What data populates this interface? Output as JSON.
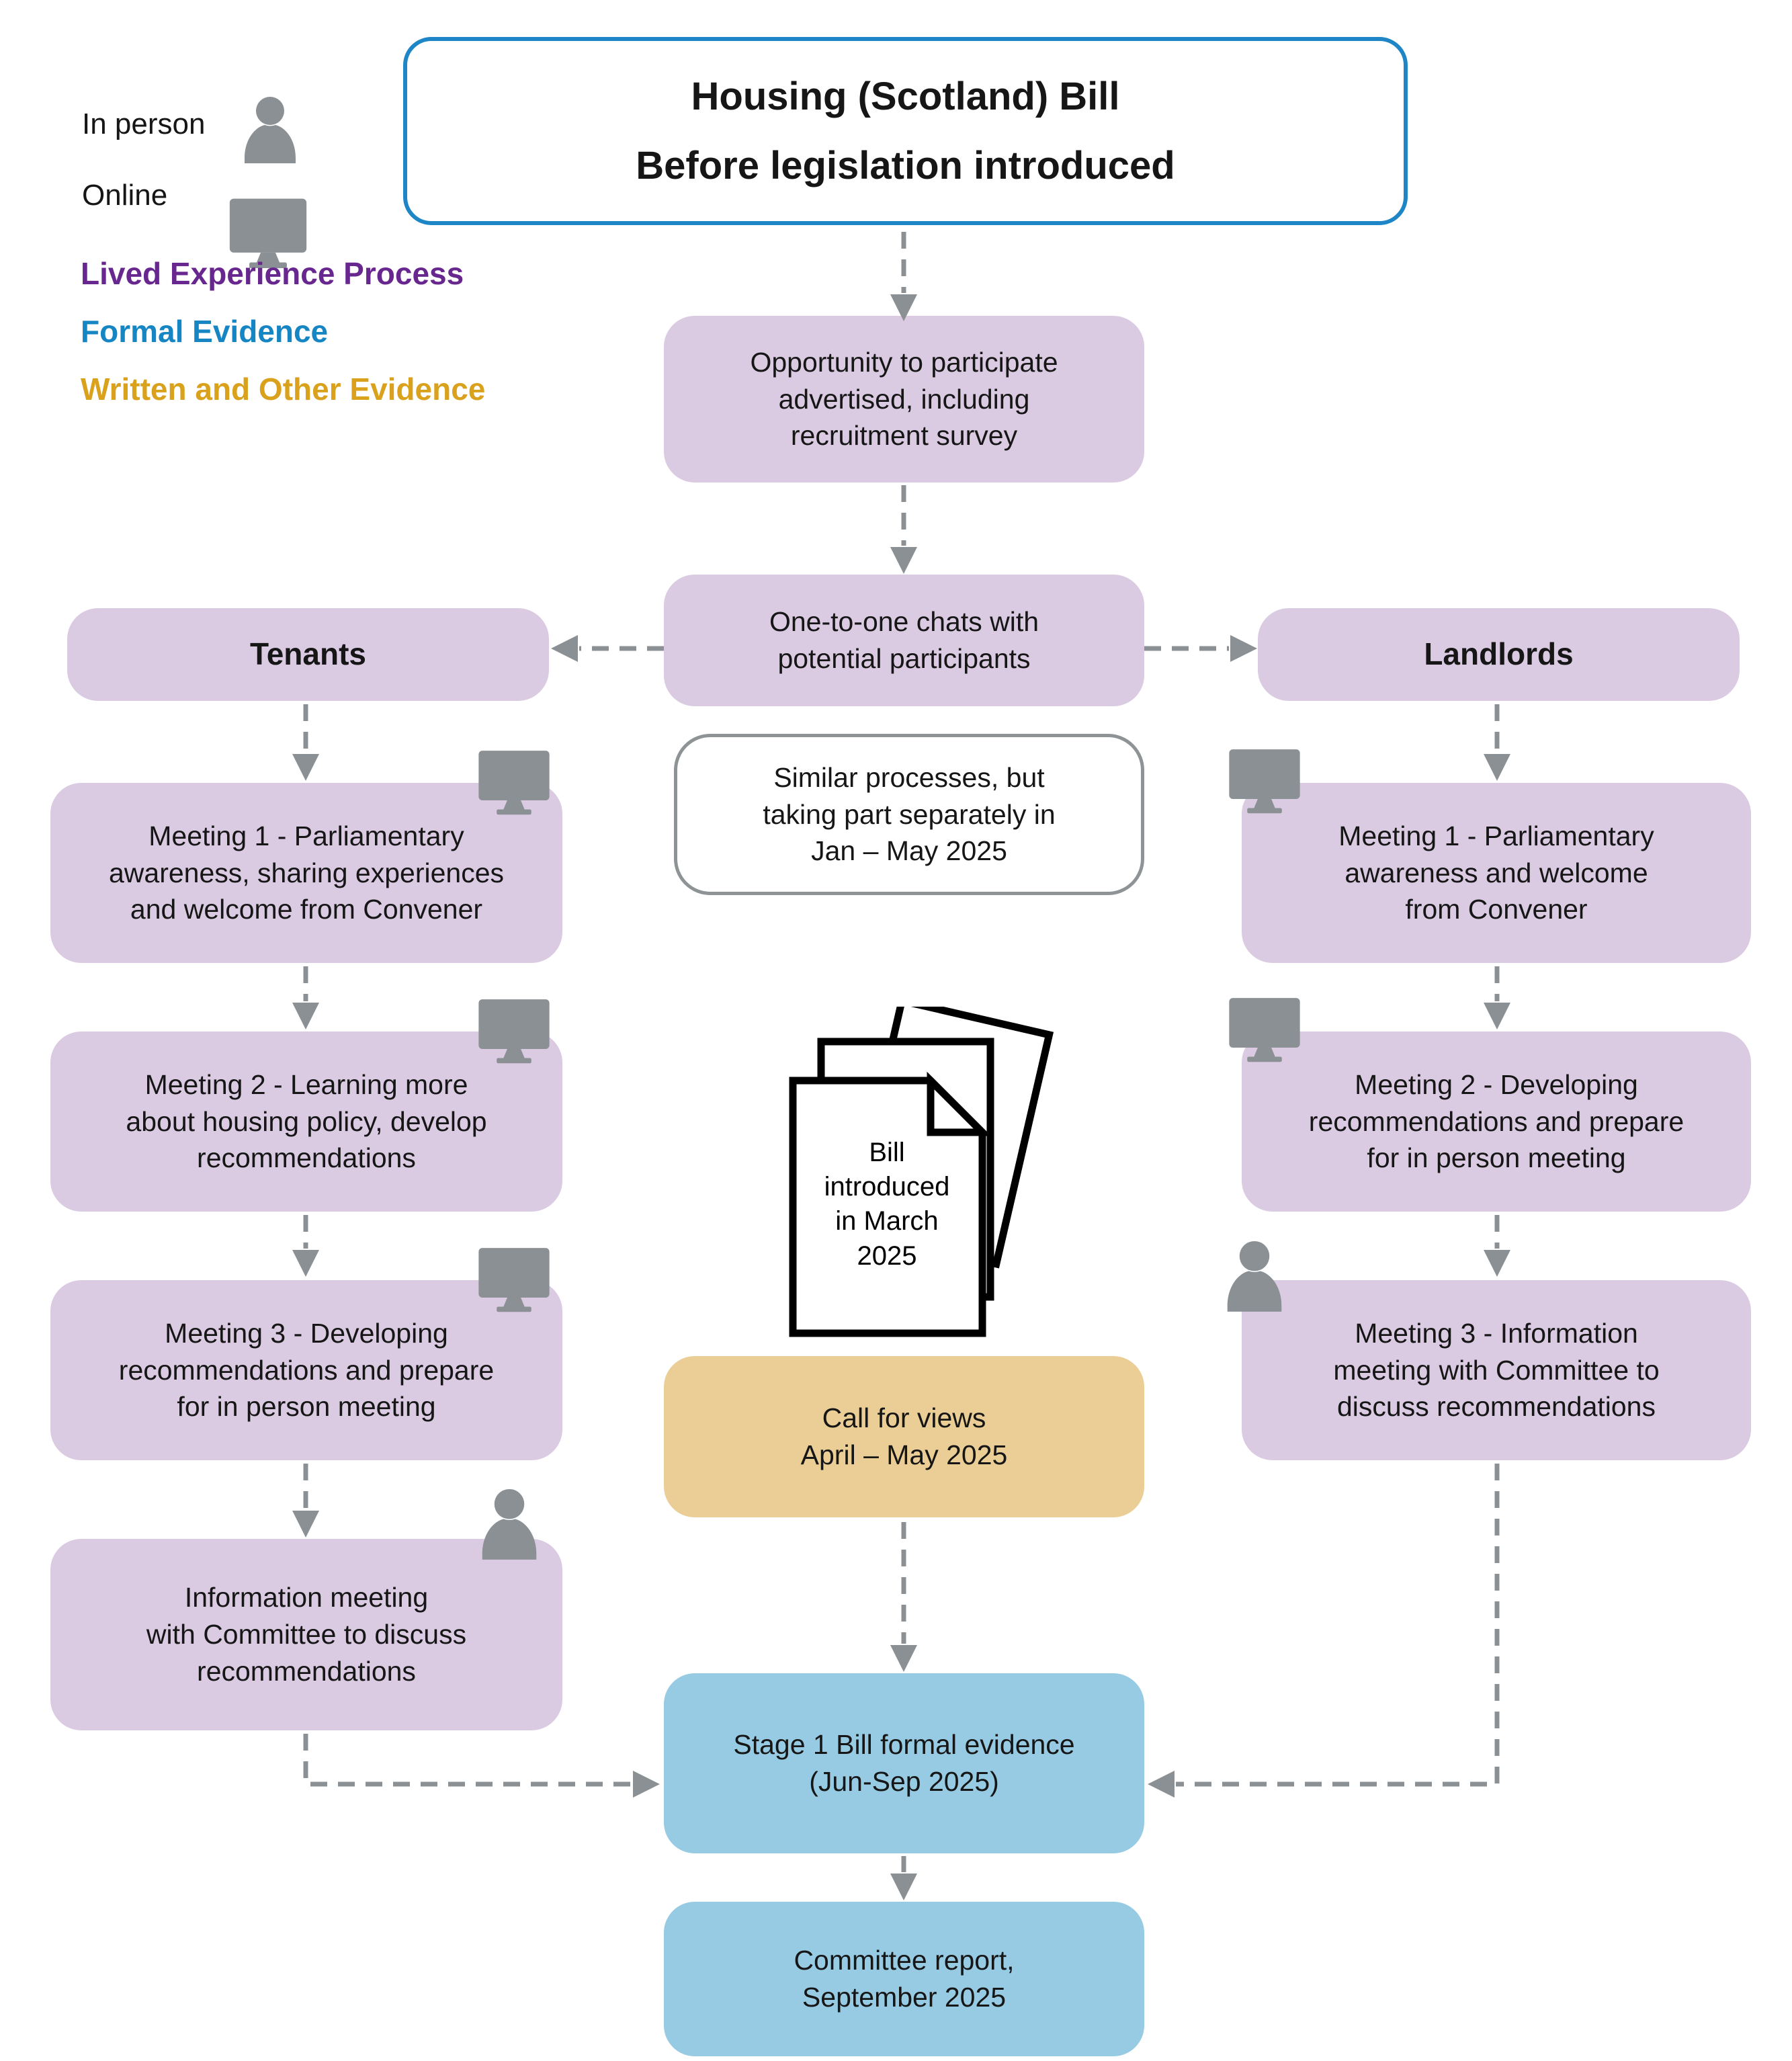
{
  "colors": {
    "purple_fill": "#DACBE2",
    "blue_fill": "#97CBE3",
    "orange_fill": "#EACE96",
    "title_border": "#1E86C6",
    "note_border": "#8E9396",
    "arrow_gray": "#8A9094",
    "text": "#161616"
  },
  "legend": {
    "in_person": "In person",
    "online": "Online",
    "keys": [
      {
        "label": "Lived Experience Process",
        "color": "#67278F"
      },
      {
        "label": "Formal Evidence",
        "color": "#1586C3"
      },
      {
        "label": "Written and Other Evidence",
        "color": "#D9A11C"
      }
    ]
  },
  "title": {
    "lines": [
      "Housing (Scotland) Bill",
      "Before legislation introduced"
    ]
  },
  "center": {
    "opportunity": {
      "lines": [
        "Opportunity to participate",
        "advertised, including",
        "recruitment survey"
      ]
    },
    "one_to_one": {
      "lines": [
        "One-to-one chats with",
        "potential participants"
      ]
    },
    "similar_note": {
      "lines": [
        "Similar processes, but",
        "taking part separately in",
        "Jan – May 2025"
      ]
    },
    "bill_document": {
      "lines": [
        "Bill",
        "introduced",
        "in March",
        "2025"
      ]
    },
    "call_for_views": {
      "lines": [
        "Call for views",
        "April – May 2025"
      ]
    },
    "stage1": {
      "lines": [
        "Stage 1 Bill formal evidence",
        "(Jun-Sep 2025)"
      ]
    },
    "committee_report": {
      "lines": [
        "Committee report,",
        "September 2025"
      ]
    }
  },
  "tenants": {
    "header": "Tenants",
    "steps": [
      {
        "mode": "online",
        "lines": [
          "Meeting 1 - Parliamentary",
          "awareness, sharing experiences",
          "and welcome from Convener"
        ]
      },
      {
        "mode": "online",
        "lines": [
          "Meeting 2 - Learning more",
          "about housing policy, develop",
          "recommendations"
        ]
      },
      {
        "mode": "online",
        "lines": [
          "Meeting 3 - Developing",
          "recommendations and prepare",
          "for in person meeting"
        ]
      },
      {
        "mode": "in-person",
        "lines": [
          "Information meeting",
          "with Committee to discuss",
          "recommendations"
        ]
      }
    ]
  },
  "landlords": {
    "header": "Landlords",
    "steps": [
      {
        "mode": "online",
        "lines": [
          "Meeting 1 - Parliamentary",
          "awareness and welcome",
          "from Convener"
        ]
      },
      {
        "mode": "online",
        "lines": [
          "Meeting 2 - Developing",
          "recommendations and prepare",
          "for in person meeting"
        ]
      },
      {
        "mode": "in-person",
        "lines": [
          "Meeting 3 - Information",
          "meeting with Committee to",
          "discuss recommendations"
        ]
      }
    ]
  }
}
